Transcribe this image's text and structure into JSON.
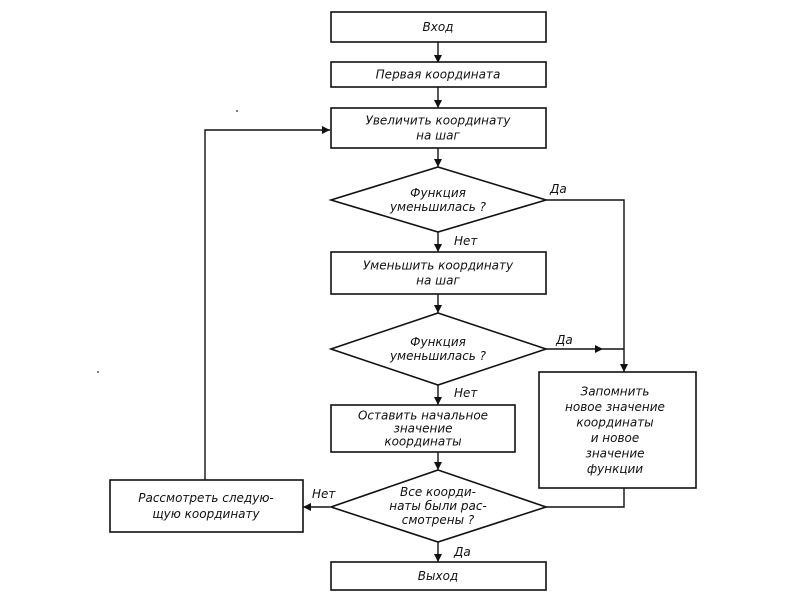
{
  "nodes": {
    "entry": {
      "lines": [
        "Вход"
      ]
    },
    "first_coord": {
      "lines": [
        "Первая координата"
      ]
    },
    "increase": {
      "lines": [
        "Увеличить координату",
        "на шаг"
      ]
    },
    "decision1": {
      "lines": [
        "Функция",
        "уменьшилась ?"
      ]
    },
    "decrease": {
      "lines": [
        "Уменьшить координату",
        "на шаг"
      ]
    },
    "decision2": {
      "lines": [
        "Функция",
        "уменьшилась ?"
      ]
    },
    "keep_initial": {
      "lines": [
        "Оставить начальное",
        "значение",
        "координаты"
      ]
    },
    "remember": {
      "lines": [
        "Запомнить",
        "новое значение",
        "координаты",
        "и новое",
        "значение",
        "функции"
      ]
    },
    "decision3": {
      "lines": [
        "Все коорди-",
        "наты были рас-",
        "смотрены ?"
      ]
    },
    "next_coord": {
      "lines": [
        "Рассмотреть следую-",
        "щую координату"
      ]
    },
    "exit": {
      "lines": [
        "Выход"
      ]
    }
  },
  "edges": {
    "d1_yes": "Да",
    "d1_no": "Нет",
    "d2_yes": "Да",
    "d2_no": "Нет",
    "d3_yes": "Да",
    "d3_no": "Нет"
  }
}
